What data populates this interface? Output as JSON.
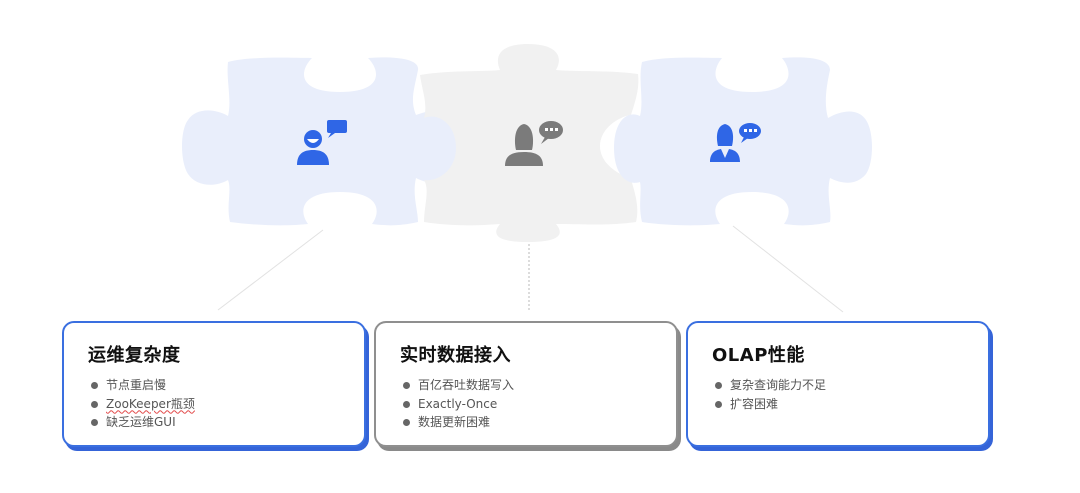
{
  "diagram": {
    "pieces": [
      {
        "id": "ops",
        "icon": "person-speech-icon",
        "fill": "#e9eefb",
        "icon_color": "#2f66e6"
      },
      {
        "id": "realtime",
        "icon": "woman-chat-icon",
        "fill": "#f1f1f1",
        "icon_color": "#7b7b7b"
      },
      {
        "id": "olap",
        "icon": "businesswoman-chat-icon",
        "fill": "#e9eefb",
        "icon_color": "#2f66e6"
      }
    ],
    "cards": [
      {
        "title": "运维复杂度",
        "style": "blue",
        "items": [
          "节点重启慢",
          "ZooKeeper瓶颈",
          "缺乏运维GUI"
        ]
      },
      {
        "title": "实时数据接入",
        "style": "gray",
        "items": [
          "百亿吞吐数据写入",
          "Exactly-Once",
          "数据更新困难"
        ]
      },
      {
        "title": "OLAP性能",
        "style": "blue",
        "items": [
          "复杂查询能力不足",
          "扩容困难"
        ]
      }
    ],
    "colors": {
      "accent_blue": "#3a6fe0",
      "gray_border": "#8f8f8f",
      "puzzle_blue": "#e9eefb",
      "puzzle_gray": "#f1f1f1"
    }
  }
}
